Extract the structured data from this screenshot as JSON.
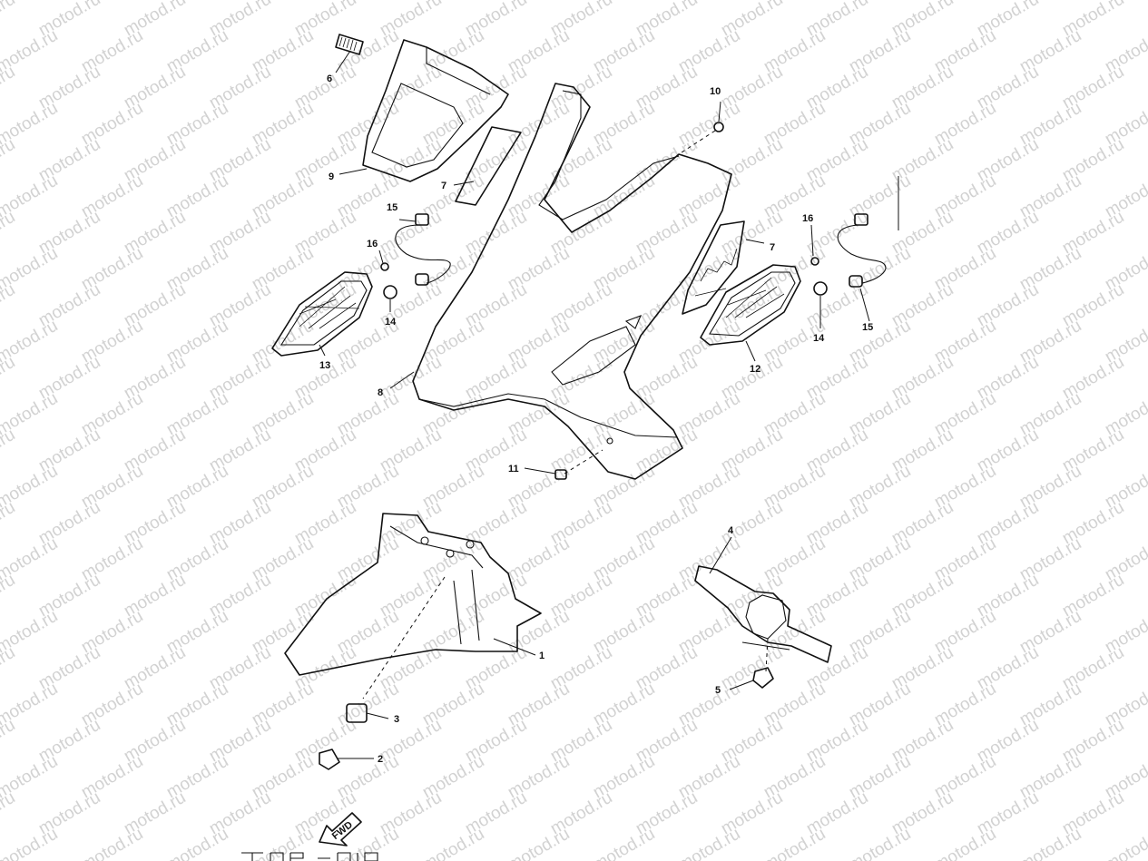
{
  "watermark": "motod.ru",
  "callouts": {
    "c1": "1",
    "c2": "2",
    "c3": "3",
    "c4": "4",
    "c5": "5",
    "c6": "6",
    "c7a": "7",
    "c7b": "7",
    "c8": "8",
    "c9": "9",
    "c10": "10",
    "c11": "11",
    "c12": "12",
    "c13": "13",
    "c14a": "14",
    "c14b": "14",
    "c15a": "15",
    "c15b": "15",
    "c16a": "16",
    "c16b": "16"
  },
  "labels": {
    "fwd": "FWD",
    "stamp": "TOP"
  },
  "icons": {
    "fwd_arrow": "fwd-arrow-icon",
    "emblem": "yamaha-emblem-icon",
    "decal": "decal-icon"
  },
  "colors": {
    "line": "#111111",
    "watermark": "#d2d2d2",
    "background": "#ffffff"
  }
}
